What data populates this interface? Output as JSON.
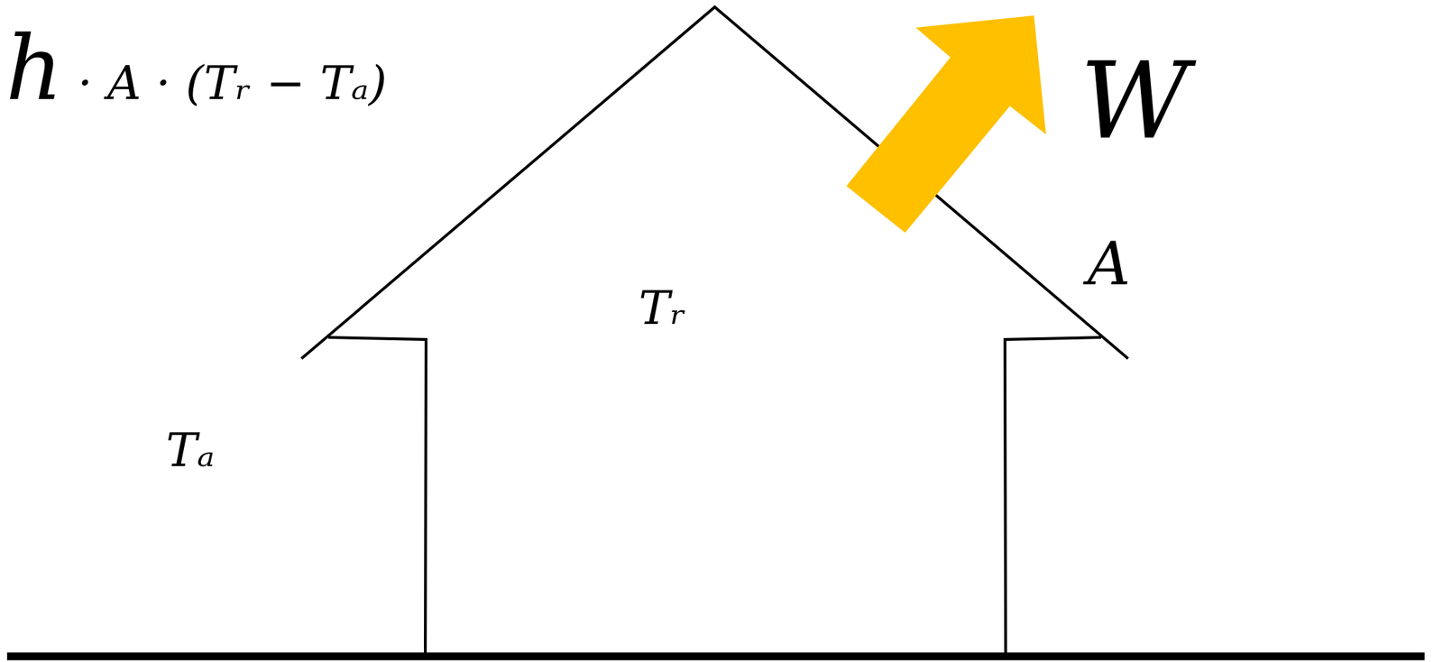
{
  "diagram": {
    "labels": [
      "h · A · (Tᵣ − Tₐ)",
      "W",
      "A",
      "Tᵣ",
      "Tₐ"
    ]
  }
}
